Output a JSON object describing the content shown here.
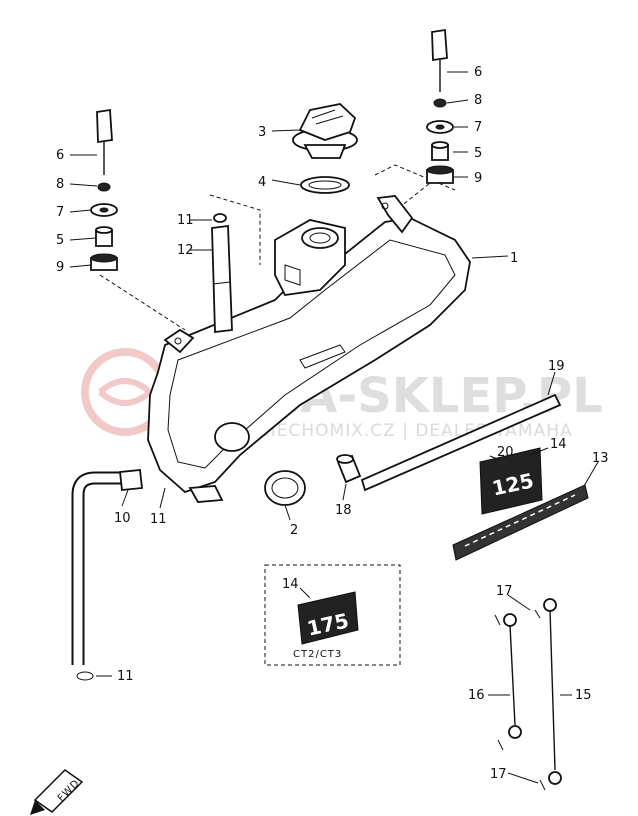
{
  "diagram": {
    "watermark": {
      "main": "YAMA-SKLEP.PL",
      "sub": "WWW.CIECHOMIX.CZ | DEALER YAMAHA"
    },
    "variant_label": "CT2/CT3",
    "fwd_label": "FWD",
    "badges": {
      "main": "125",
      "variant": "175"
    },
    "callouts": [
      {
        "id": "c1",
        "text": "1"
      },
      {
        "id": "c2",
        "text": "2"
      },
      {
        "id": "c3",
        "text": "3"
      },
      {
        "id": "c4",
        "text": "4"
      },
      {
        "id": "c5r",
        "text": "5"
      },
      {
        "id": "c5l",
        "text": "5"
      },
      {
        "id": "c6r",
        "text": "6"
      },
      {
        "id": "c6l",
        "text": "6"
      },
      {
        "id": "c7r",
        "text": "7"
      },
      {
        "id": "c7l",
        "text": "7"
      },
      {
        "id": "c8r",
        "text": "8"
      },
      {
        "id": "c8l",
        "text": "8"
      },
      {
        "id": "c9r",
        "text": "9"
      },
      {
        "id": "c9l",
        "text": "9"
      },
      {
        "id": "c10",
        "text": "10"
      },
      {
        "id": "c11a",
        "text": "11"
      },
      {
        "id": "c11b",
        "text": "11"
      },
      {
        "id": "c11c",
        "text": "11"
      },
      {
        "id": "c12",
        "text": "12"
      },
      {
        "id": "c13",
        "text": "13"
      },
      {
        "id": "c14a",
        "text": "14"
      },
      {
        "id": "c14b",
        "text": "14"
      },
      {
        "id": "c15",
        "text": "15"
      },
      {
        "id": "c16",
        "text": "16"
      },
      {
        "id": "c17a",
        "text": "17"
      },
      {
        "id": "c17b",
        "text": "17"
      },
      {
        "id": "c18",
        "text": "18"
      },
      {
        "id": "c19",
        "text": "19"
      },
      {
        "id": "c20",
        "text": "20"
      }
    ]
  }
}
